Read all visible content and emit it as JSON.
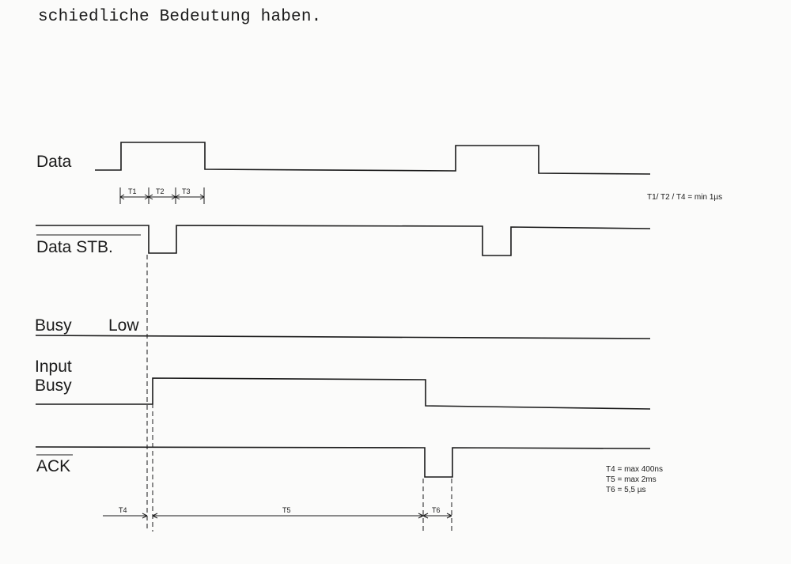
{
  "heading": "schiedliche Bedeutung haben.",
  "signals": {
    "data": "Data",
    "data_stb": "Data STB.",
    "busy_low": "Busy",
    "busy_low_suffix": "Low",
    "input_busy_line1": "Input",
    "input_busy_line2": "Busy",
    "ack": "ACK"
  },
  "intervals": {
    "t1": "T1",
    "t2": "T2",
    "t3": "T3",
    "t4": "T4",
    "t5": "T5",
    "t6": "T6"
  },
  "notes": {
    "top": "T1/ T2 / T4 = min 1µs",
    "t4": "T4 = max 400ns",
    "t5": "T5 = max 2ms",
    "t6": "T6 = 5,5 µs"
  }
}
